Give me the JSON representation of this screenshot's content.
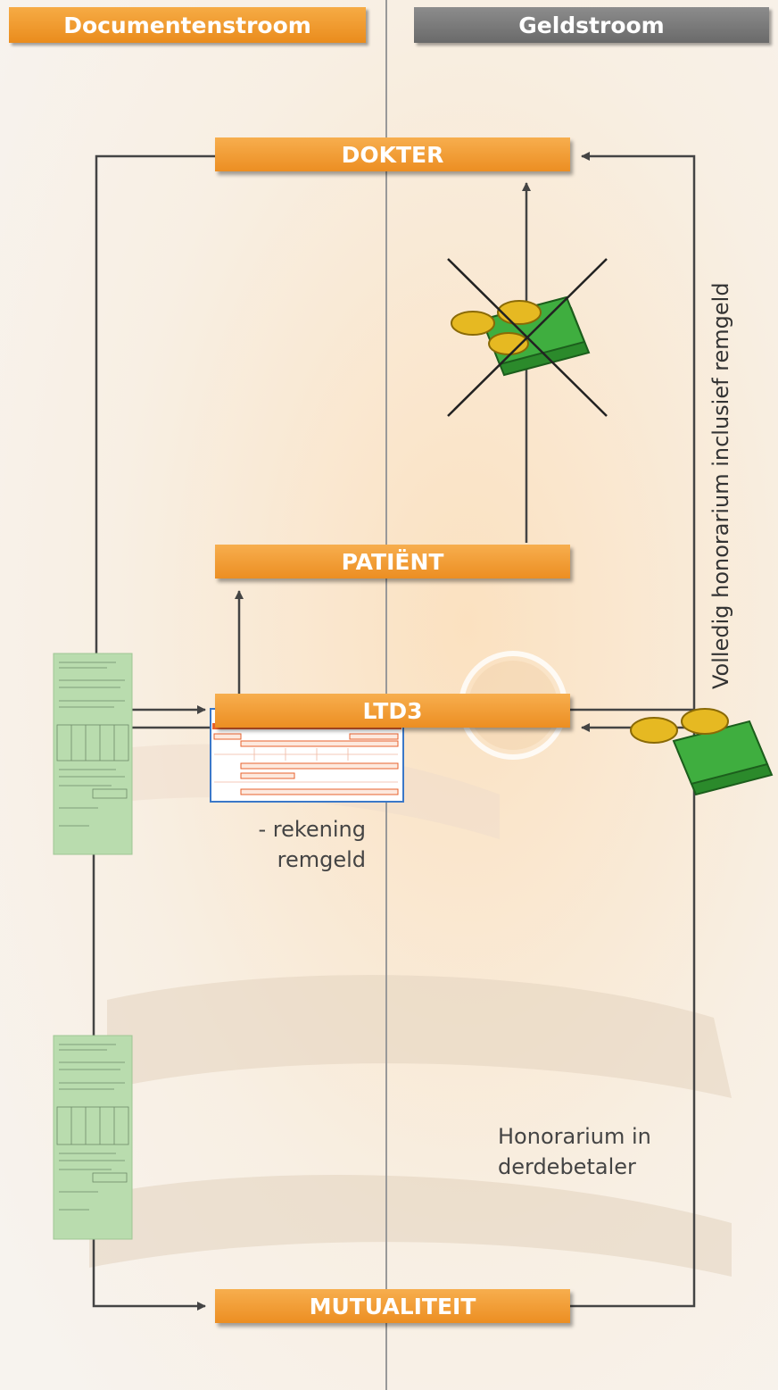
{
  "headers": {
    "document_flow": "Documentenstroom",
    "money_flow": "Geldstroom"
  },
  "nodes": {
    "dokter": "DOKTER",
    "patient": "PATIËNT",
    "ltd3": "LTD3",
    "mutualiteit": "MUTUALITEIT"
  },
  "labels": {
    "remgeld_line1": "- rekening",
    "remgeld_line2": "remgeld",
    "full_fee": "Volledig honorarium inclusief remgeld",
    "third_party_line1": "Honorarium in",
    "third_party_line2": "derdebetaler"
  },
  "colors": {
    "orange": "#f29a2e",
    "grey": "#7a7a7a",
    "arrow": "#444444",
    "form_green": "#b9dcae",
    "form_blue": "#3b78c8"
  }
}
